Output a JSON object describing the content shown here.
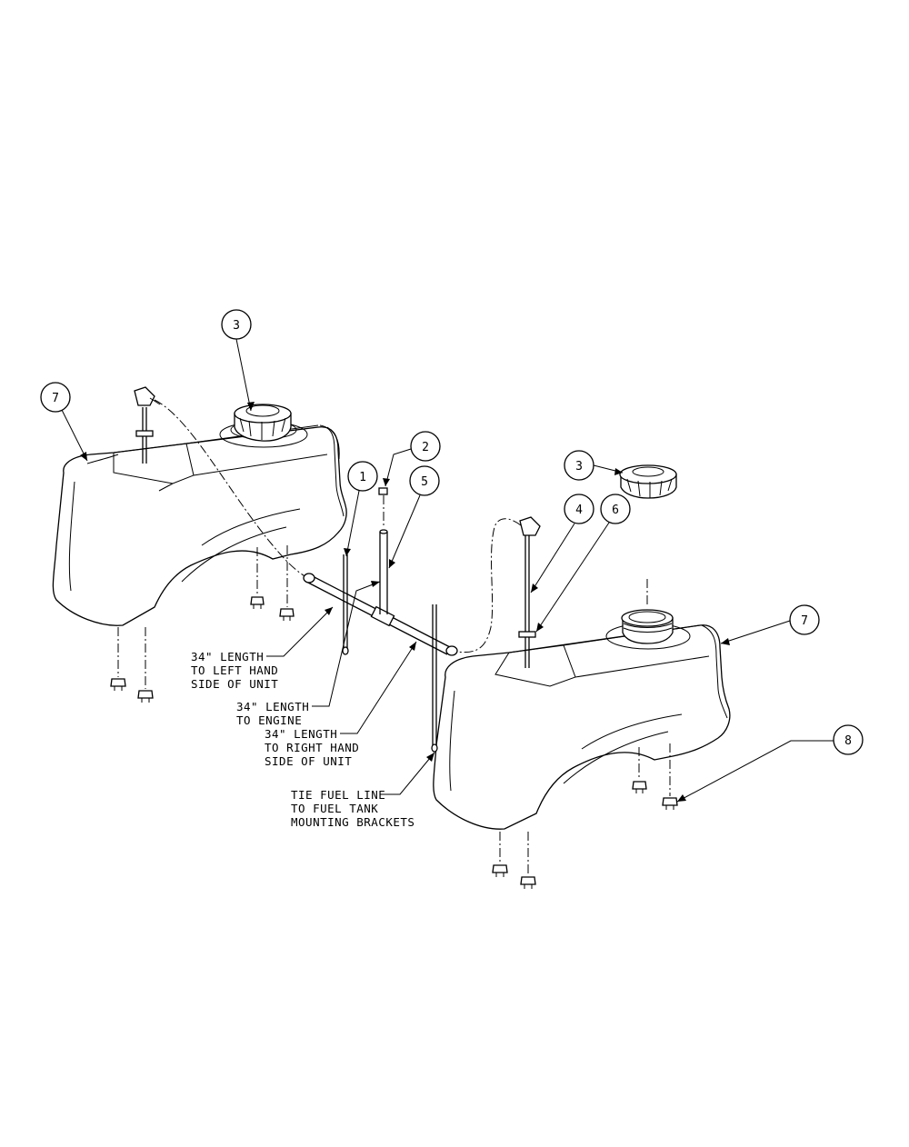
{
  "callouts": {
    "c3a": "3",
    "c7a": "7",
    "c2": "2",
    "c1": "1",
    "c5": "5",
    "c3b": "3",
    "c4": "4",
    "c6": "6",
    "c7b": "7",
    "c8": "8"
  },
  "notes": {
    "left_line": [
      "34\" LENGTH",
      "TO LEFT HAND",
      "SIDE OF UNIT"
    ],
    "engine_line": [
      "34\" LENGTH",
      "TO ENGINE"
    ],
    "right_line": [
      "34\" LENGTH",
      "TO RIGHT HAND",
      "SIDE OF UNIT"
    ],
    "tie": [
      "TIE FUEL LINE",
      "TO FUEL TANK",
      "MOUNTING BRACKETS"
    ]
  },
  "colors": {
    "line": "#000000",
    "background": "#ffffff"
  }
}
